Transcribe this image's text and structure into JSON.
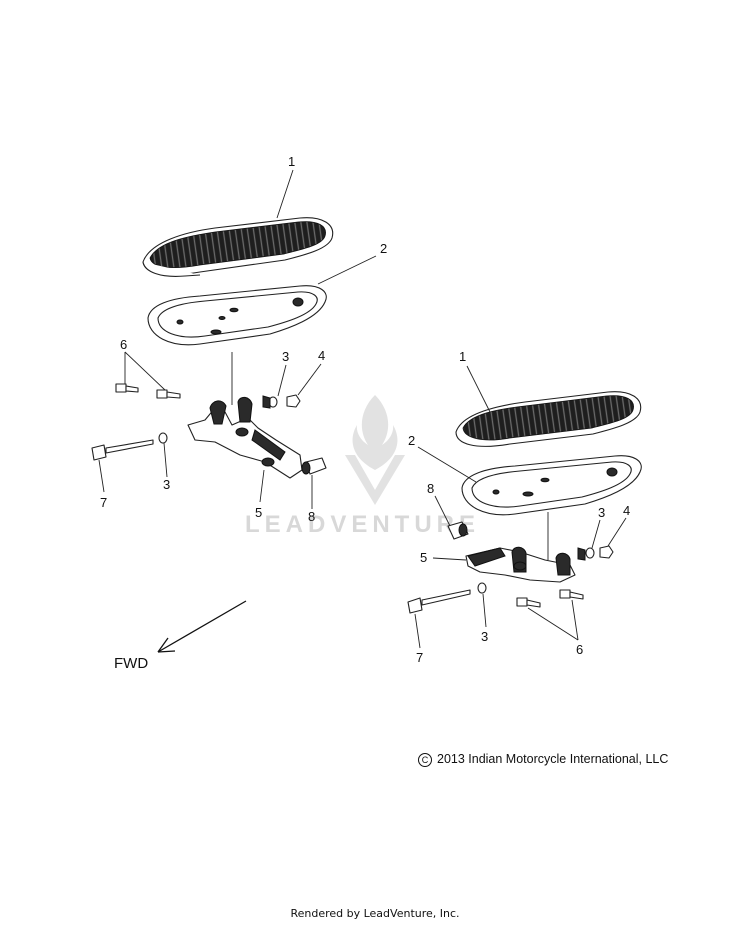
{
  "diagram": {
    "callouts": {
      "left": [
        "1",
        "2",
        "6",
        "3",
        "4",
        "7",
        "3",
        "5",
        "8"
      ],
      "right": [
        "1",
        "2",
        "8",
        "5",
        "3",
        "4",
        "7",
        "3",
        "6"
      ]
    },
    "direction_label": "FWD",
    "watermark_text": "LEADVENTURE",
    "copyright": "2013 Indian Motorcycle International, LLC",
    "copyright_symbol": "C",
    "footer": "Rendered by LeadVenture, Inc."
  }
}
